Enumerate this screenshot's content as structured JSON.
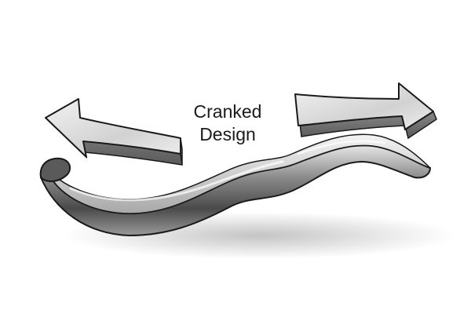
{
  "caption": {
    "line1": "Cranked",
    "line2": "Design"
  },
  "illustration": {
    "subject": "cranked-tool-blade",
    "left_arrow_direction": "left",
    "right_arrow_direction": "right",
    "colors": {
      "background": "#ffffff",
      "metal_dark": "#4a4a4a",
      "metal_mid": "#8c8c8c",
      "metal_light": "#e6e6e6",
      "outline": "#1a1a1a",
      "shadow": "#b5b5b5"
    }
  }
}
